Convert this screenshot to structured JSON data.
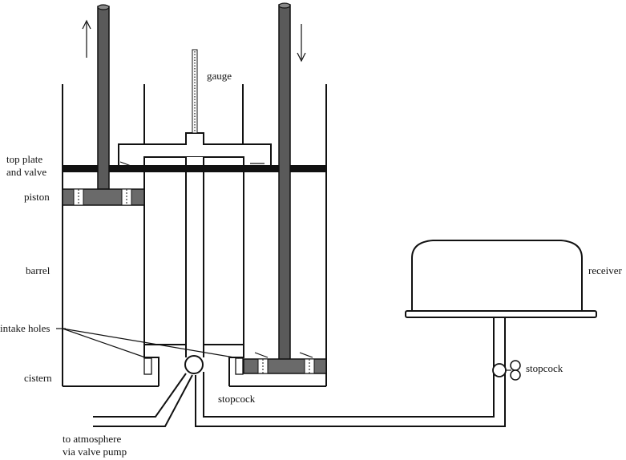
{
  "labels": {
    "gauge": "gauge",
    "top_plate_line1": "top plate",
    "top_plate_line2": "and valve",
    "piston": "piston",
    "barrel": "barrel",
    "intake_holes": "intake holes",
    "cistern": "cistern",
    "stopcock_center": "stopcock",
    "atmosphere_line1": "to atmosphere",
    "atmosphere_line2": "via valve pump",
    "receiver": "receiver",
    "stopcock_right": "stopcock"
  },
  "arrows": {
    "left_rod": "up",
    "right_rod": "down"
  },
  "colors": {
    "ink": "#111111",
    "rod_fill": "#5a5a5a",
    "plate_fill": "#111111"
  }
}
